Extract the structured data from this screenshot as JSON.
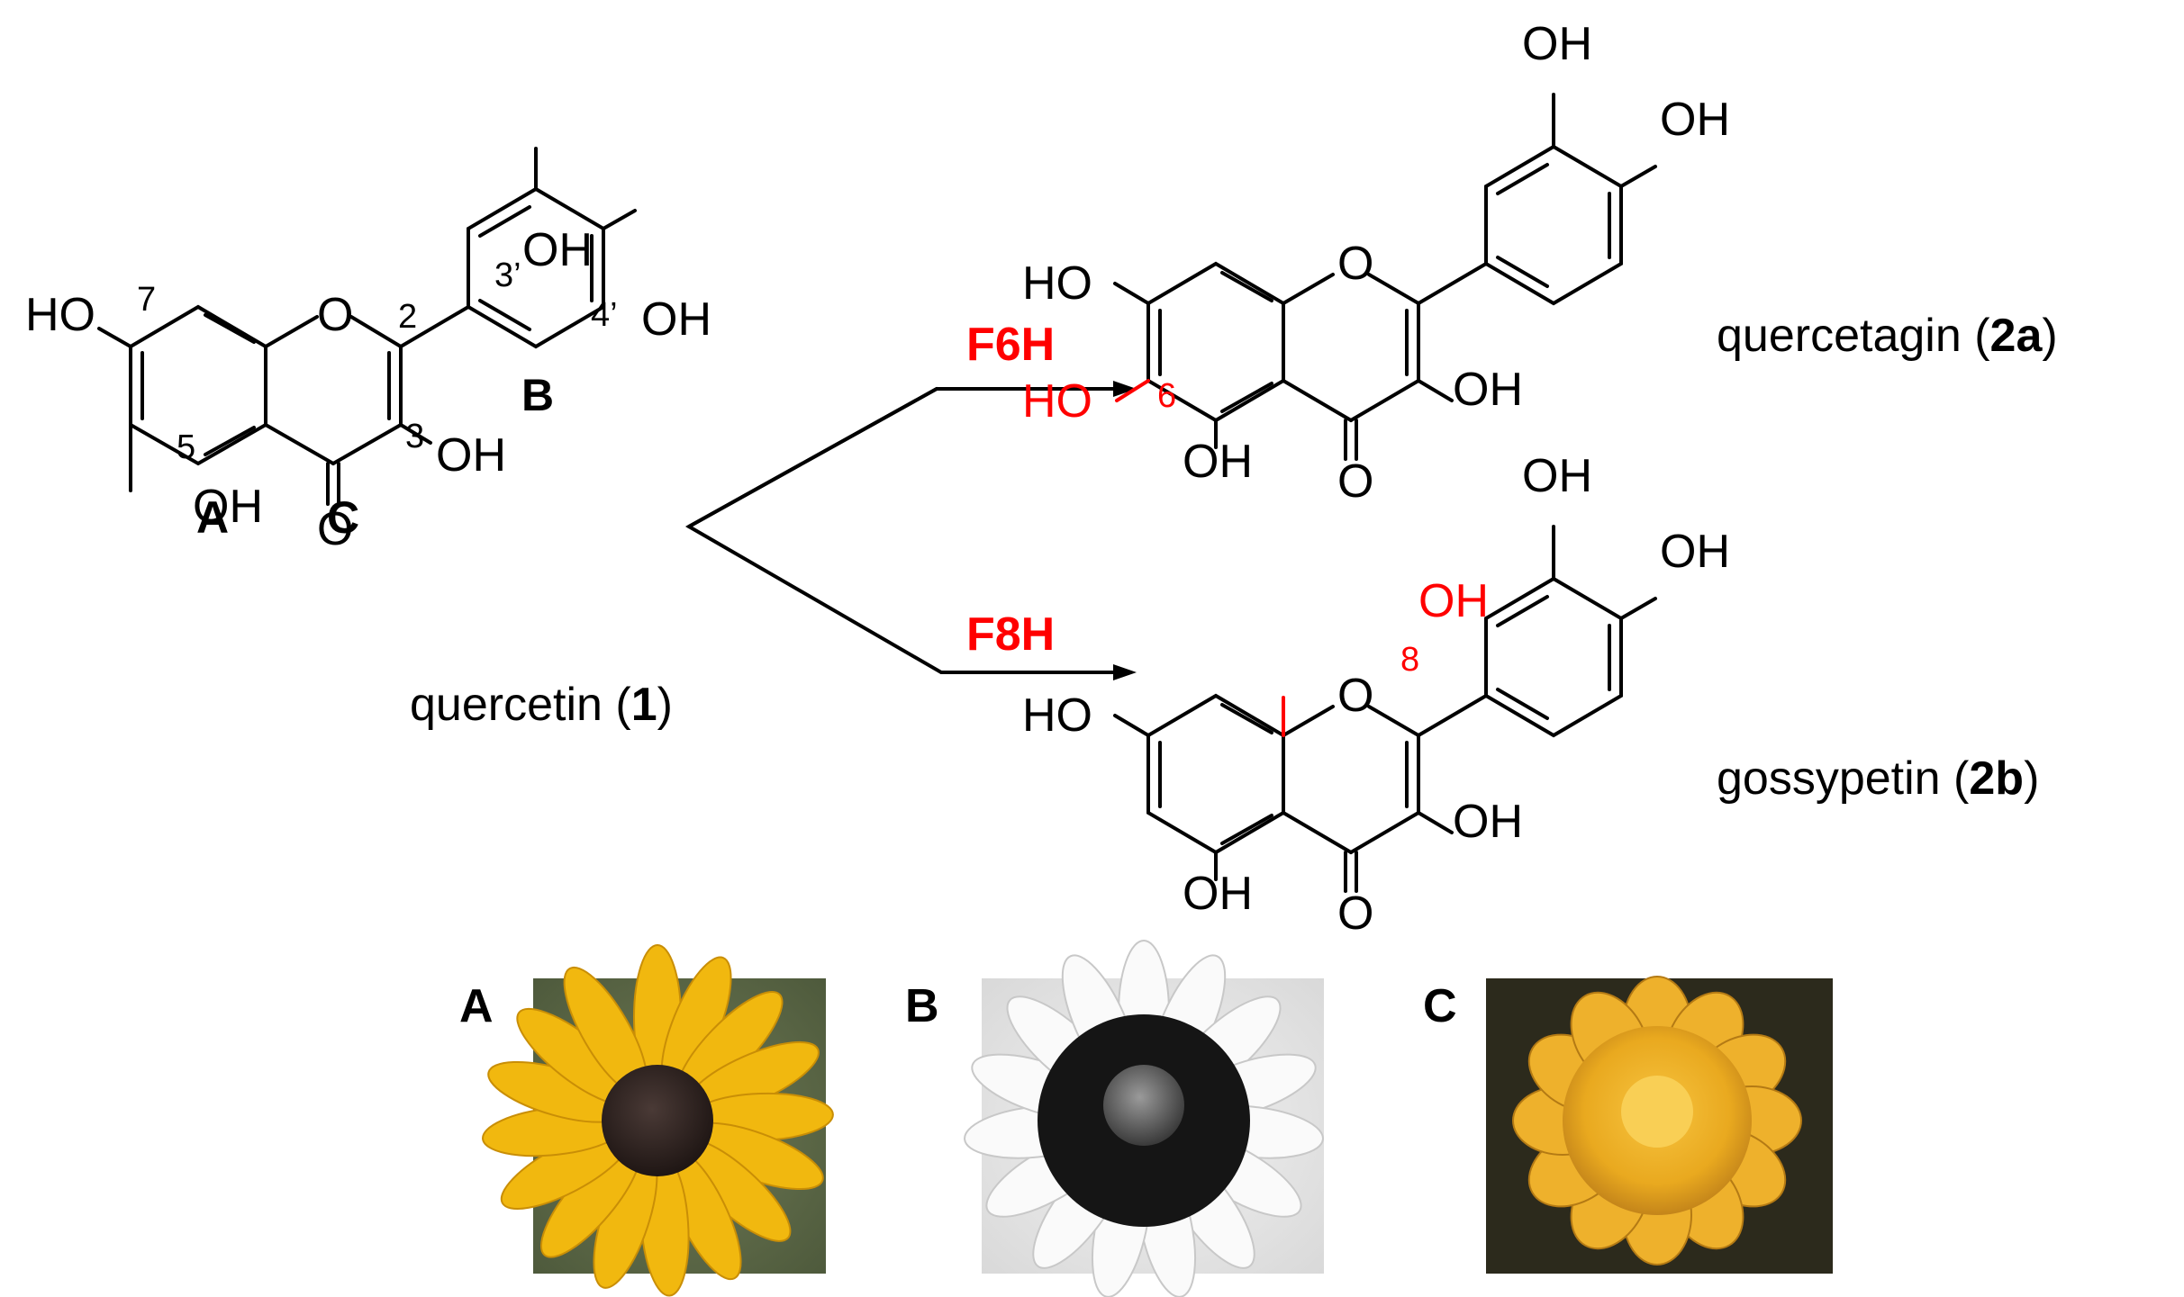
{
  "quercetin": {
    "name_prefix": "quercetin (",
    "name_number": "1",
    "name_suffix": ")",
    "ring_labels": [
      "A",
      "C",
      "B"
    ],
    "substituents": {
      "oh7": "HO",
      "oh5": "OH",
      "oh3": "OH",
      "oh3p": "OH",
      "oh4p": "OH",
      "ring_o": "O",
      "carbonyl_o": "O"
    },
    "locants": {
      "n7": "7",
      "n5": "5",
      "n3": "3",
      "n2": "2",
      "n3p": "3’",
      "n4p": "4’"
    }
  },
  "reactions": {
    "f6h_label": "F6H",
    "f8h_label": "F8H",
    "accent_color": "#ff0000"
  },
  "quercetagin": {
    "name_prefix": "quercetagin (",
    "name_number": "2a",
    "name_suffix": ")",
    "substituents": {
      "oh7": "HO",
      "oh6": "HO",
      "oh5": "OH",
      "oh3": "OH",
      "oh3p": "OH",
      "oh4p": "OH",
      "ring_o": "O",
      "carbonyl_o": "O"
    },
    "locants": {
      "n6": "6"
    }
  },
  "gossypetin": {
    "name_prefix": "gossypetin (",
    "name_number": "2b",
    "name_suffix": ")",
    "substituents": {
      "oh7": "HO",
      "oh8": "OH",
      "oh5": "OH",
      "oh3": "OH",
      "oh3p": "OH",
      "oh4p": "OH",
      "ring_o": "O",
      "carbonyl_o": "O"
    },
    "locants": {
      "n8": "8"
    }
  },
  "photos": [
    {
      "label": "A",
      "subject": "yellow black-eyed Susan flower"
    },
    {
      "label": "B",
      "subject": "black-eyed Susan flower in ultraviolet, dark center"
    },
    {
      "label": "C",
      "subject": "orange-yellow marigold flower"
    }
  ]
}
